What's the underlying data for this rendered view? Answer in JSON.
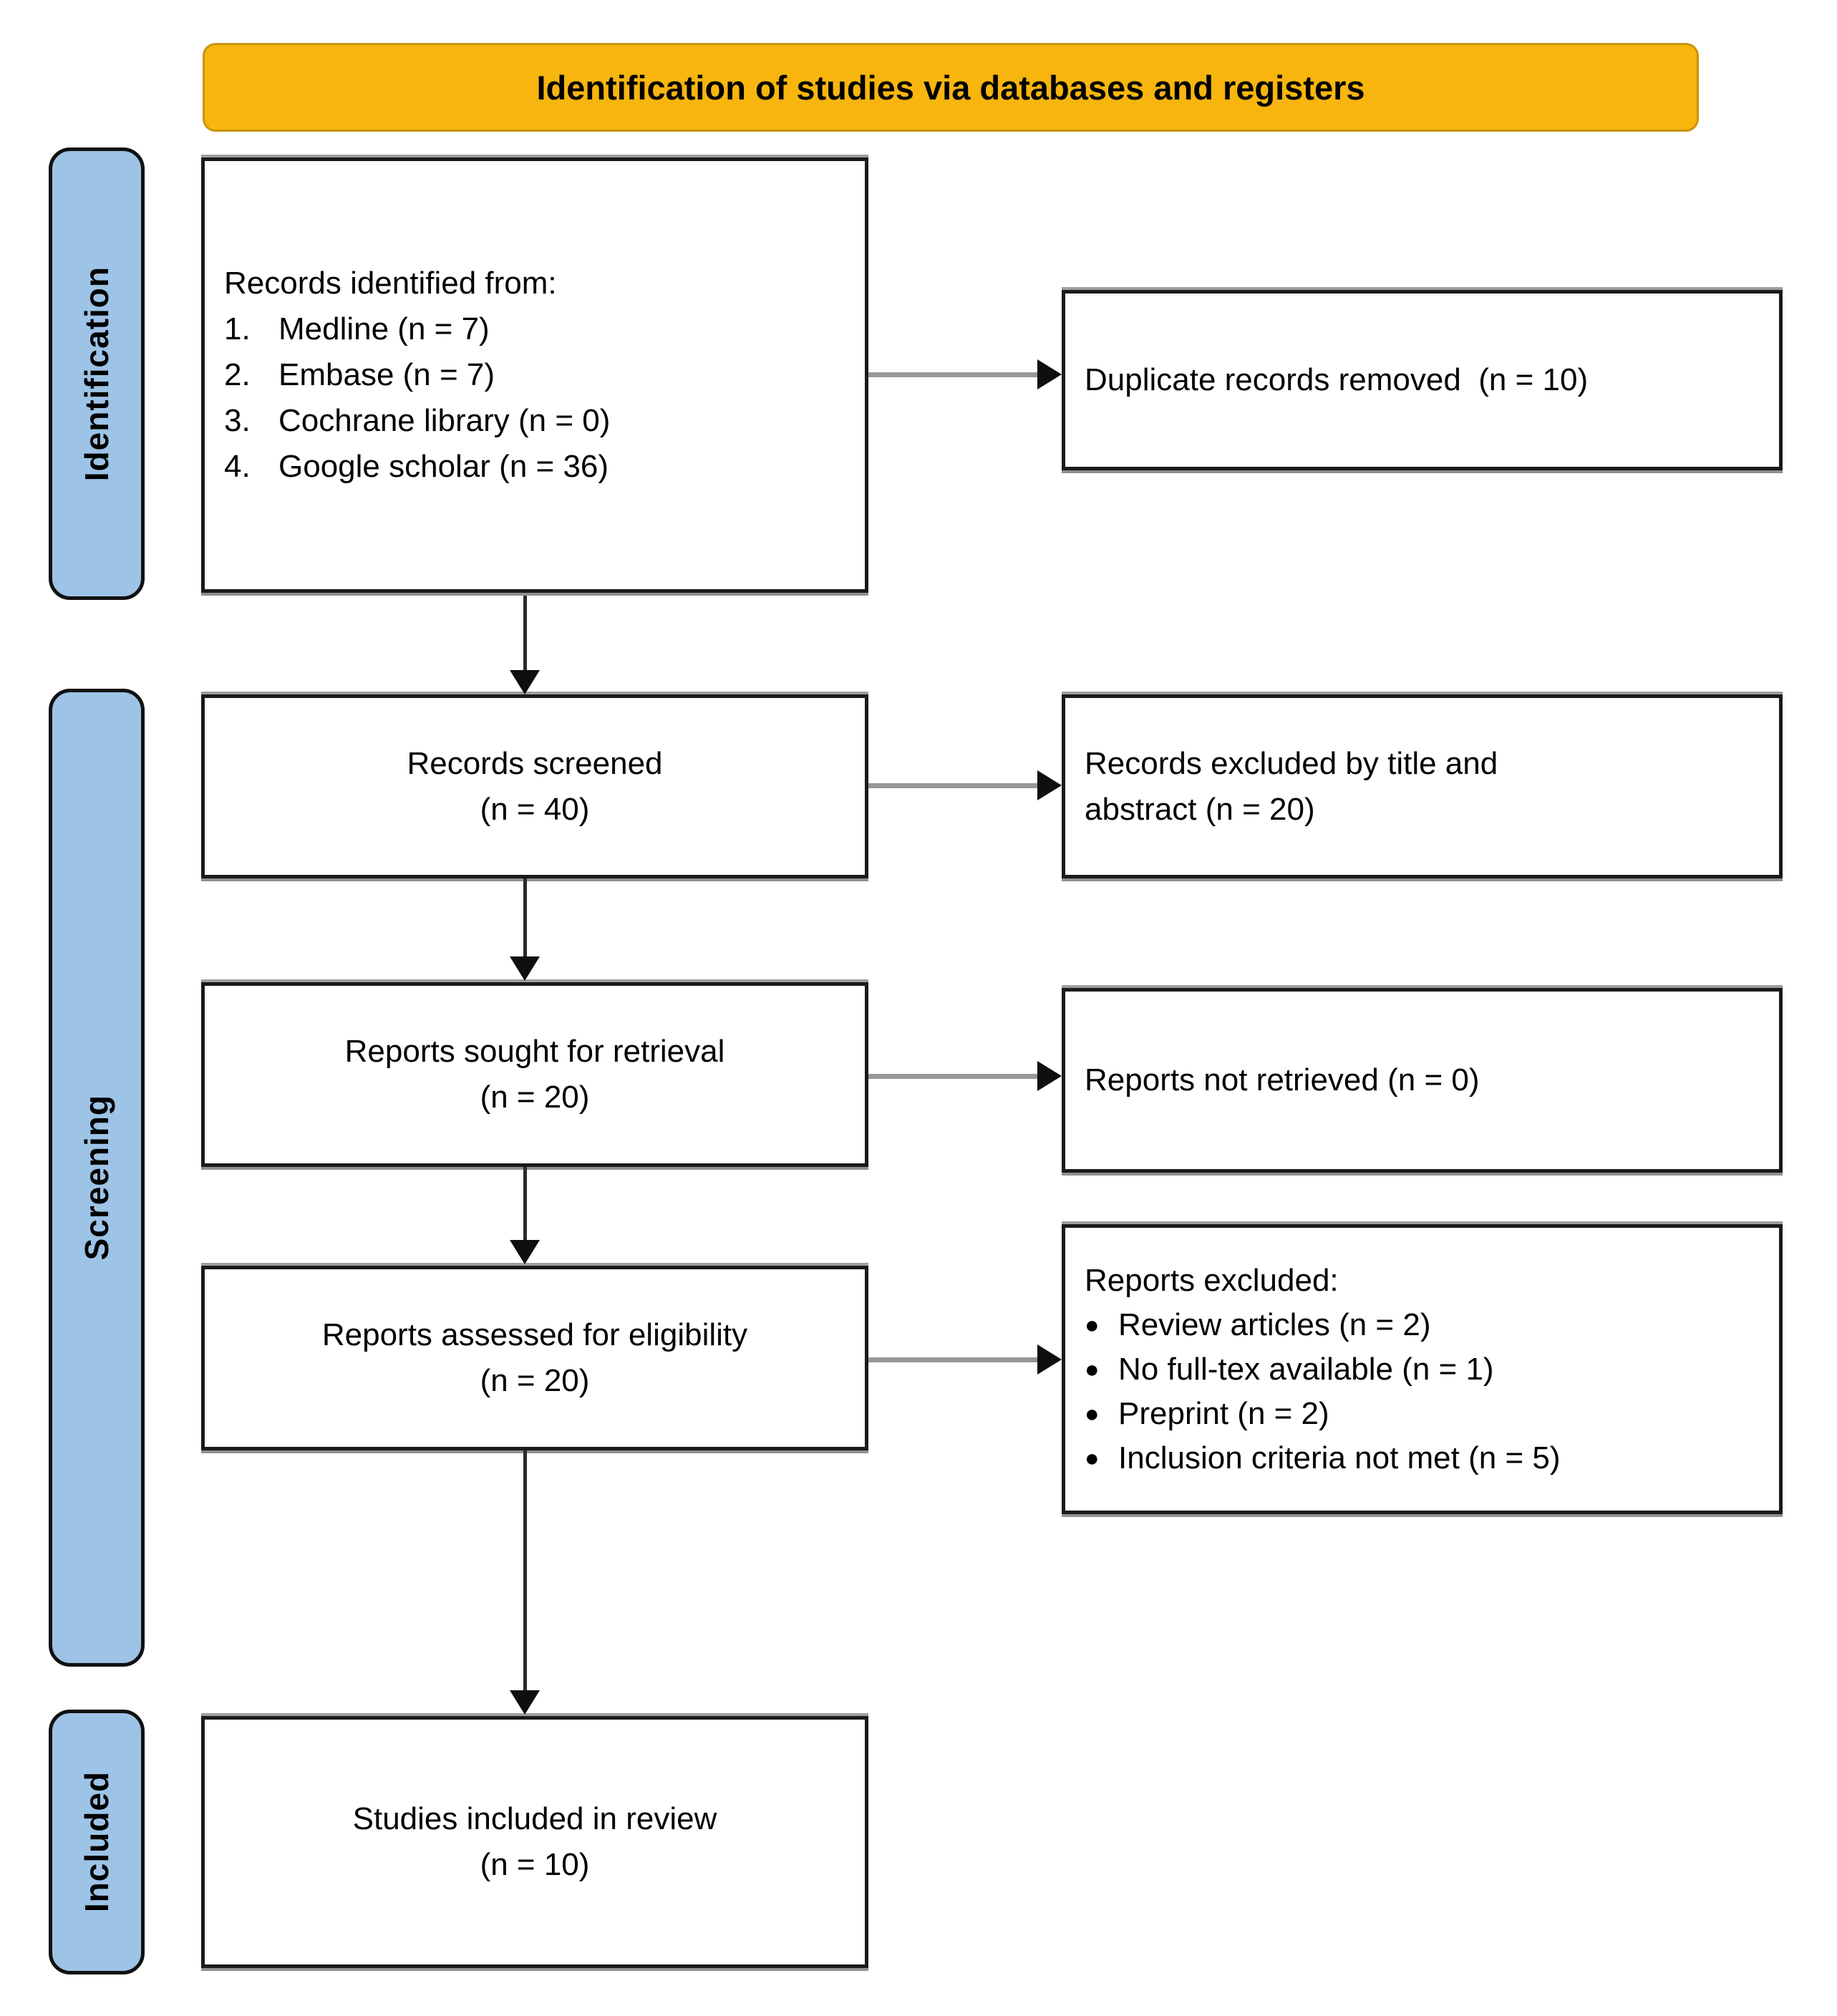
{
  "header": {
    "title": "Identification of studies via databases and registers"
  },
  "stages": [
    {
      "label": "Identification"
    },
    {
      "label": "Screening"
    },
    {
      "label": "Included"
    }
  ],
  "flow": {
    "records_identified": {
      "intro": "Records identified from:",
      "items": [
        {
          "num": "1.",
          "label": "Medline (n = 7)"
        },
        {
          "num": "2.",
          "label": "Embase (n = 7)"
        },
        {
          "num": "3.",
          "label": "Cochrane library (n = 0)"
        },
        {
          "num": "4.",
          "label": "Google scholar (n = 36)"
        }
      ]
    },
    "records_screened": {
      "line1": "Records screened",
      "line2": "(n = 40)"
    },
    "reports_sought": {
      "line1": "Reports sought for retrieval",
      "line2": "(n = 20)"
    },
    "reports_assessed": {
      "line1": "Reports assessed for eligibility",
      "line2": "(n = 20)"
    },
    "studies_included": {
      "line1": "Studies included in review",
      "line2": "(n = 10)"
    }
  },
  "exclusions": {
    "duplicates_removed": {
      "text": "Duplicate records removed  (n = 10)"
    },
    "excluded_title_abstract": {
      "text": "Records excluded by title and abstract (n = 20)"
    },
    "not_retrieved": {
      "text": "Reports not retrieved (n = 0)"
    },
    "reports_excluded": {
      "intro": "Reports excluded:",
      "bullet": "●",
      "items": [
        "Review articles (n = 2)",
        "No full-tex available (n = 1)",
        "Preprint (n = 2)",
        "Inclusion criteria not met (n = 5)"
      ]
    }
  },
  "colors": {
    "header_bg": "#F7B50E",
    "header_border": "#C9940A",
    "stage_bg": "#9DC3E6",
    "box_border": "#1A1A1A",
    "arrow_line_h": "#989898",
    "arrow_line_v": "#2B2B2B",
    "arrowhead": "#0F0F0F"
  }
}
